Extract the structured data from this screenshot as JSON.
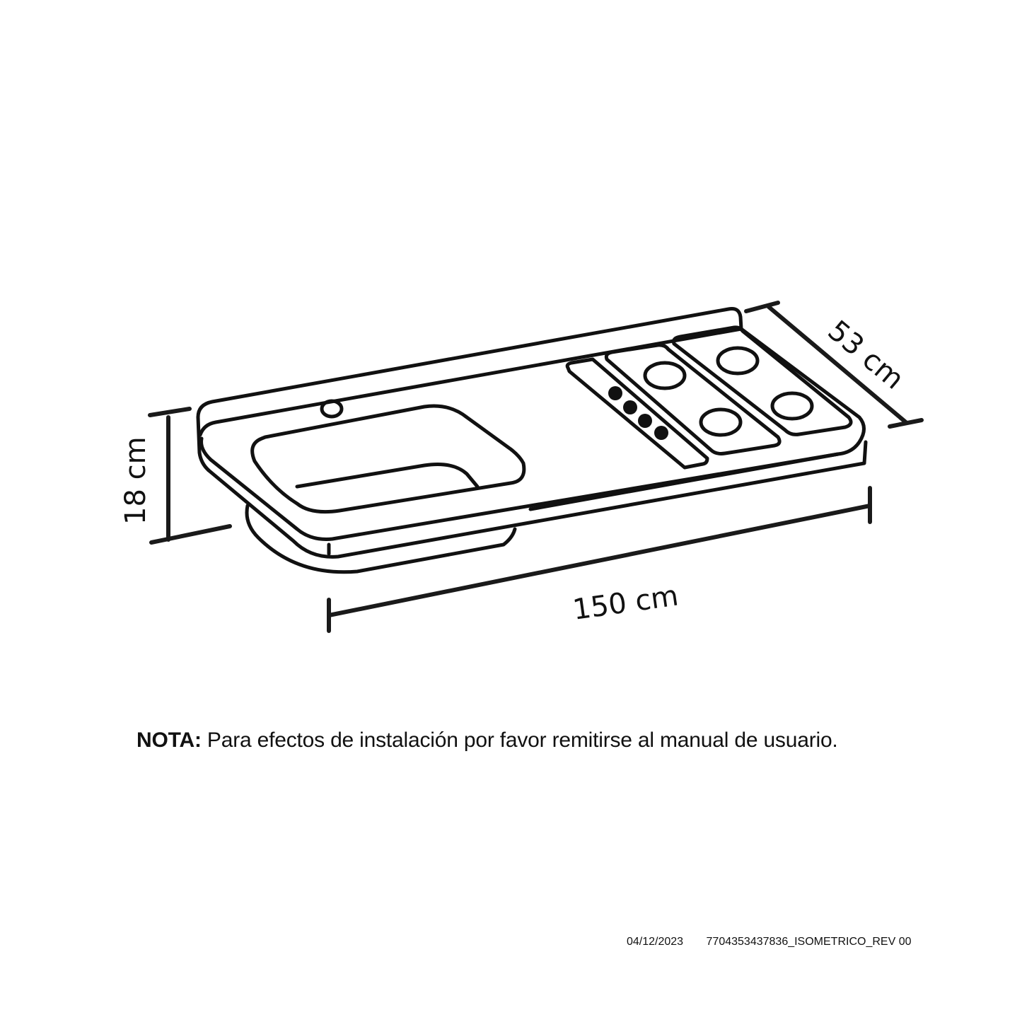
{
  "diagram": {
    "type": "isometric product drawing",
    "subject": "countertop with sink and 4-burner gas cooktop",
    "dimensions": {
      "height": "18 cm",
      "width": "150 cm",
      "depth": "53 cm"
    },
    "components": {
      "burners": 4,
      "control_knobs": 4,
      "sink_bowls": 1,
      "faucet_holes": 1
    }
  },
  "note": {
    "label": "NOTA:",
    "text": "Para efectos de instalación por favor remitirse al manual de usuario."
  },
  "footer": {
    "date": "04/12/2023",
    "document_code": "7704353437836_ISOMETRICO_REV 00"
  }
}
